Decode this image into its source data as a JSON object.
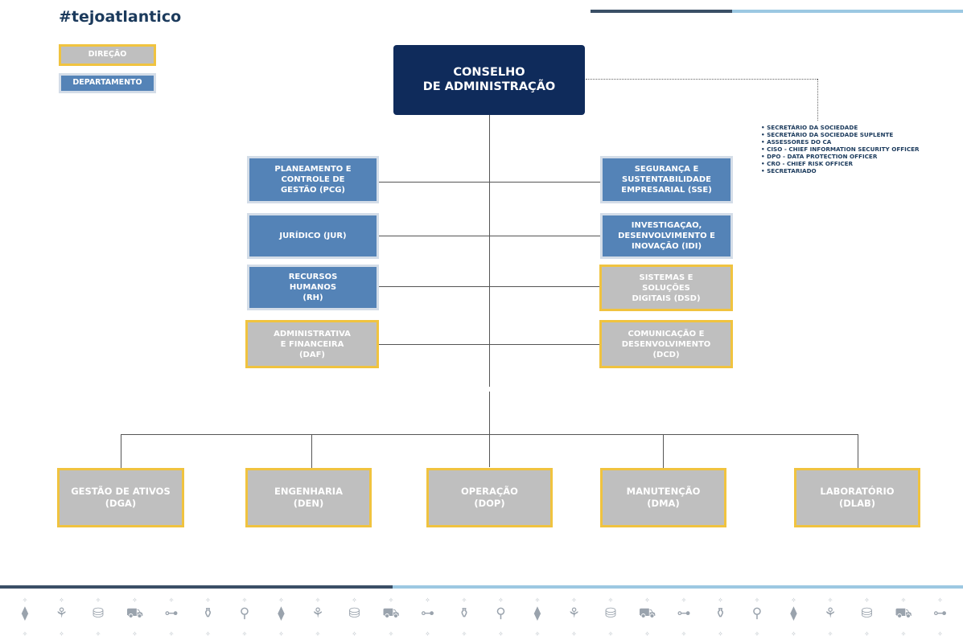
{
  "header": {
    "hashtag": "#tejoatlantico"
  },
  "legend": {
    "direcao": "DIREÇÃO",
    "departamento": "DEPARTAMENTO"
  },
  "colors": {
    "departamento": "#5483b7",
    "direcao_fill": "#bfbfbf",
    "direcao_border": "#f0c33f",
    "conselho": "#0f2b5b"
  },
  "conselho": {
    "label": "CONSELHO\nDE  ADMINISTRAÇÃO"
  },
  "conselho_support": [
    "SECRETÁRIO DA SOCIEDADE",
    "SECRETÁRIO DA SOCIEDADE SUPLENTE",
    "ASSESSORES DO CA",
    "CISO - CHIEF INFORMATION SECURITY OFFICER",
    "DPO - DATA PROTECTION OFFICER",
    "CRO - CHIEF RISK OFFICER",
    "SECRETARIADO"
  ],
  "left_units": [
    {
      "label": "PLANEAMENTO E\nCONTROLE DE\nGESTÃO (PCG)",
      "kind": "departamento"
    },
    {
      "label": "JURÍDICO (JUR)",
      "kind": "departamento"
    },
    {
      "label": "RECURSOS\nHUMANOS\n(RH)",
      "kind": "departamento"
    },
    {
      "label": "ADMINISTRATIVA\nE FINANCEIRA\n(DAF)",
      "kind": "direcao"
    }
  ],
  "right_units": [
    {
      "label": "SEGURANÇA E\nSUSTENTABILIDADE\nEMPRESARIAL (SSE)",
      "kind": "departamento"
    },
    {
      "label": "INVESTIGAÇAO,\nDESENVOLVIMENTO E\nINOVAÇÃO  (IDI)",
      "kind": "departamento"
    },
    {
      "label": "SISTEMAS E\nSOLUÇÕES\nDIGITAIS (DSD)",
      "kind": "direcao"
    },
    {
      "label": "COMUNICAÇÃO E\nDESENVOLVIMENTO\n(DCD)",
      "kind": "direcao"
    }
  ],
  "bottom_units": [
    {
      "label": "GESTÃO DE ATIVOS\n(DGA)",
      "kind": "direcao"
    },
    {
      "label": "ENGENHARIA\n(DEN)",
      "kind": "direcao"
    },
    {
      "label": "OPERAÇÃO\n(DOP)",
      "kind": "direcao"
    },
    {
      "label": "MANUTENÇÃO\n(DMA)",
      "kind": "direcao"
    },
    {
      "label": "LABORATÓRIO\n(DLAB)",
      "kind": "direcao"
    }
  ],
  "footer_icons": [
    "pipes-icon",
    "plant-icon",
    "tank-icon",
    "truck-icon",
    "pipeline-icon",
    "bottle-icon",
    "pump-icon"
  ]
}
